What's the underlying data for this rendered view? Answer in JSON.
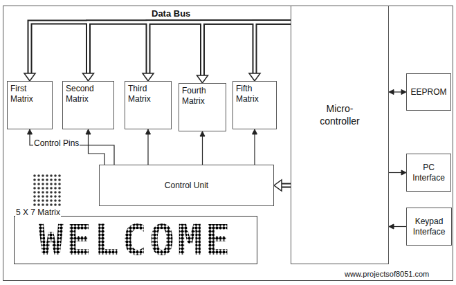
{
  "diagram": {
    "nodes": [
      {
        "text": [
          "First Matrix"
        ]
      },
      {
        "text": [
          "Second Matrix"
        ]
      },
      {
        "text": [
          "Third Matrix"
        ]
      },
      {
        "text": [
          "Fourth Matrix"
        ]
      },
      {
        "text": [
          "Fifth Matrix"
        ]
      },
      {
        "text": [
          "Micro- controller"
        ]
      },
      {
        "text": [
          "EEPROM"
        ]
      },
      {
        "text": [
          "PC Interface"
        ]
      },
      {
        "text": [
          "Keypad Interface"
        ]
      },
      {
        "text": [
          "Control Unit"
        ]
      },
      {
        "text": [
          "WELCOME"
        ]
      }
    ],
    "edges": [
      {
        "from": 5,
        "to": 0,
        "arrow": "to"
      },
      {
        "from": 5,
        "to": 1,
        "arrow": "to"
      },
      {
        "from": 5,
        "to": 2,
        "arrow": "to"
      },
      {
        "from": 5,
        "to": 3,
        "arrow": "to"
      },
      {
        "from": 5,
        "to": 4,
        "arrow": "to"
      },
      {
        "from": 5,
        "to": 9,
        "arrow": "to"
      },
      {
        "from": 9,
        "to": 0,
        "arrow": "to"
      },
      {
        "from": 9,
        "to": 1,
        "arrow": "to"
      },
      {
        "from": 9,
        "to": 2,
        "arrow": "to"
      },
      {
        "from": 9,
        "to": 3,
        "arrow": "to"
      },
      {
        "from": 9,
        "to": 4,
        "arrow": "to"
      },
      {
        "from": 5,
        "to": 6,
        "arrow": "both"
      },
      {
        "from": 5,
        "to": 7,
        "arrow": "to"
      },
      {
        "from": 8,
        "to": 5,
        "arrow": "to"
      }
    ],
    "labels": [
      "Data Bus",
      "Control Pins",
      "5 X 7 Matrix",
      "www.projectsof8051.com"
    ]
  }
}
